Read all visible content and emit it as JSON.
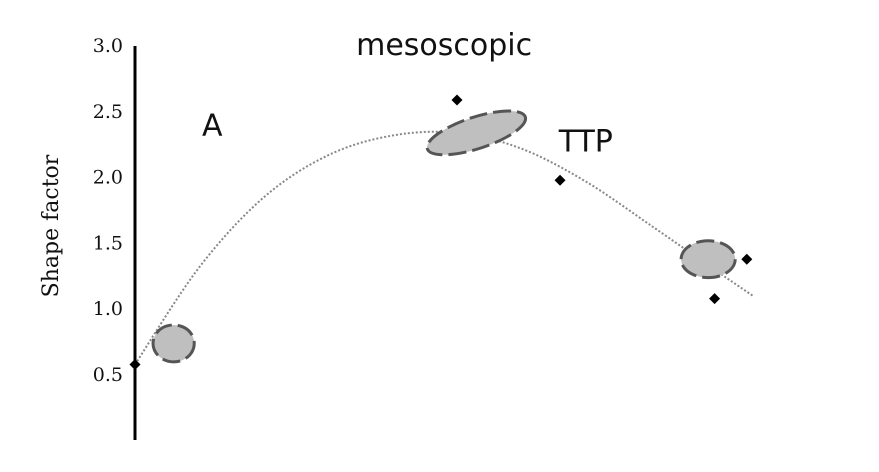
{
  "chart_data": {
    "type": "scatter",
    "ylabel": "Shape factor",
    "ylim": [
      0.5,
      3.0
    ],
    "yticks": [
      {
        "value": 0.5,
        "label": "0.5"
      },
      {
        "value": 1.0,
        "label": "1.0"
      },
      {
        "value": 1.5,
        "label": "1.5"
      },
      {
        "value": 2.0,
        "label": "2.0"
      },
      {
        "value": 2.5,
        "label": "2.5"
      },
      {
        "value": 3.0,
        "label": "3.0"
      }
    ],
    "annotations": [
      {
        "text": "mesoscopic",
        "x": 0.48,
        "y": 2.93
      },
      {
        "text": "A",
        "x": 0.12,
        "y": 2.32
      },
      {
        "text": "TTP",
        "x": 0.7,
        "y": 2.2
      }
    ],
    "points": [
      {
        "x": 0.0,
        "y": 0.58
      },
      {
        "x": 0.5,
        "y": 2.59
      },
      {
        "x": 0.66,
        "y": 1.98
      },
      {
        "x": 0.95,
        "y": 1.38
      },
      {
        "x": 0.9,
        "y": 1.08
      }
    ],
    "trend_curve": [
      {
        "x": 0.0,
        "y": 0.58
      },
      {
        "x": 0.1,
        "y": 1.32
      },
      {
        "x": 0.2,
        "y": 1.85
      },
      {
        "x": 0.3,
        "y": 2.17
      },
      {
        "x": 0.4,
        "y": 2.32
      },
      {
        "x": 0.5,
        "y": 2.34
      },
      {
        "x": 0.6,
        "y": 2.22
      },
      {
        "x": 0.7,
        "y": 1.97
      },
      {
        "x": 0.8,
        "y": 1.64
      },
      {
        "x": 0.9,
        "y": 1.3
      },
      {
        "x": 0.96,
        "y": 1.1
      }
    ],
    "regions": [
      {
        "x": 0.06,
        "y": 0.74,
        "rx": 0.032,
        "ry": 0.14,
        "rotate": 0
      },
      {
        "x": 0.53,
        "y": 2.34,
        "rx": 0.08,
        "ry": 0.12,
        "rotate": -18
      },
      {
        "x": 0.89,
        "y": 1.38,
        "rx": 0.042,
        "ry": 0.14,
        "rotate": 0
      }
    ],
    "grid": false,
    "colors": {
      "marker": "#000000",
      "region_fill": "#bfbfbf",
      "region_stroke": "#555555",
      "curve": "#888888",
      "axis": "#000000"
    }
  }
}
